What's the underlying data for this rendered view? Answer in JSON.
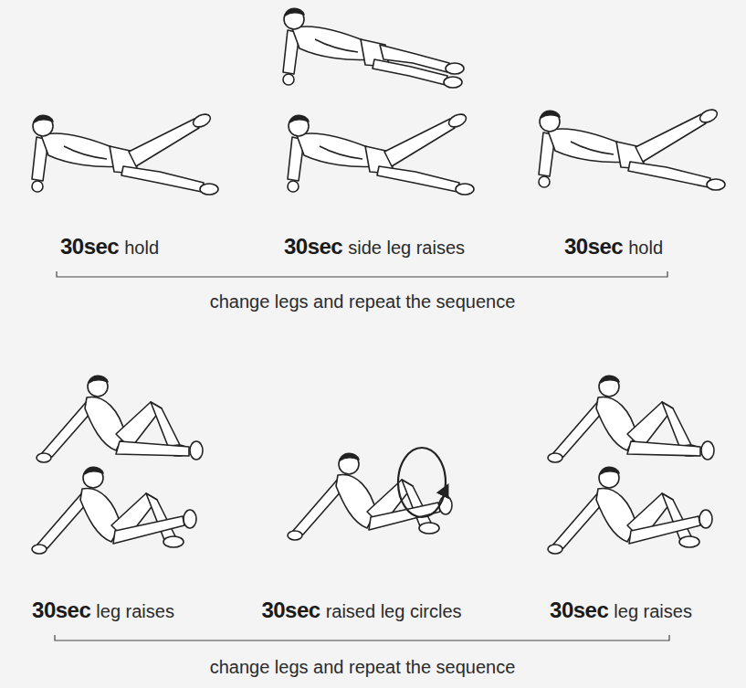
{
  "diagram": {
    "labels": [
      "30sec",
      "hold",
      "30sec",
      "side leg raises",
      "30sec",
      "hold",
      "change legs and repeat the sequence",
      "30sec",
      "leg raises",
      "30sec",
      "raised leg circles",
      "30sec",
      "leg raises",
      "change legs and repeat the sequence"
    ]
  }
}
